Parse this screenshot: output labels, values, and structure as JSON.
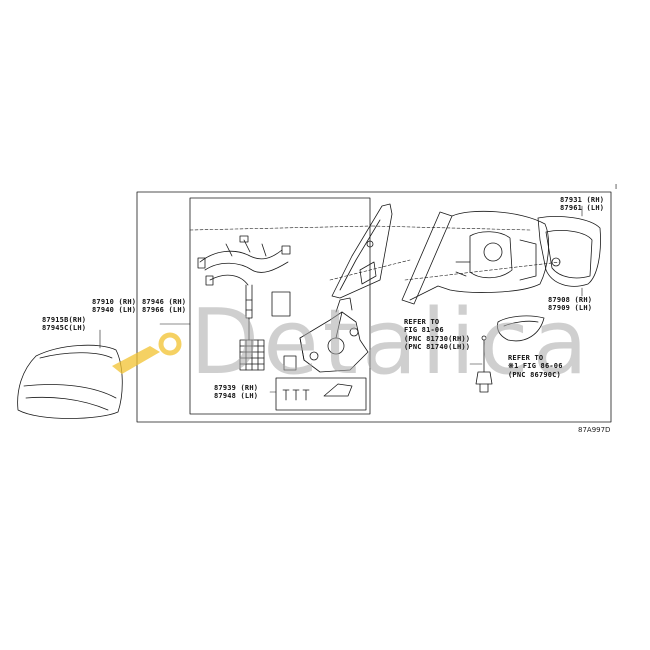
{
  "labels": {
    "p87931": [
      "87931 (RH)",
      "87961 (LH)"
    ],
    "p87908": [
      "87908 (RH)",
      "87909 (LH)"
    ],
    "p87910": [
      "87910 (RH)",
      "87940 (LH)"
    ],
    "p87946": [
      "87946 (RH)",
      "87966 (LH)"
    ],
    "p87915": [
      "87915B(RH)",
      "87945C(LH)"
    ],
    "p87939": [
      "87939 (RH)",
      "87948 (LH)"
    ]
  },
  "ref1": {
    "line1": "REFER TO",
    "line2": "FIG 81-06",
    "line3": "(PNC 81730(RH))",
    "line4": "(PNC 81740(LH))"
  },
  "ref2": {
    "line1": "REFER TO",
    "line2": "※1 FIG 86-06",
    "line3": "(PNC 86790C)"
  },
  "marker": "I",
  "diagram_code": "87A997D",
  "watermark": {
    "text": "Detalica",
    "color": "#a9a9a9",
    "accent": "#f2c230"
  }
}
